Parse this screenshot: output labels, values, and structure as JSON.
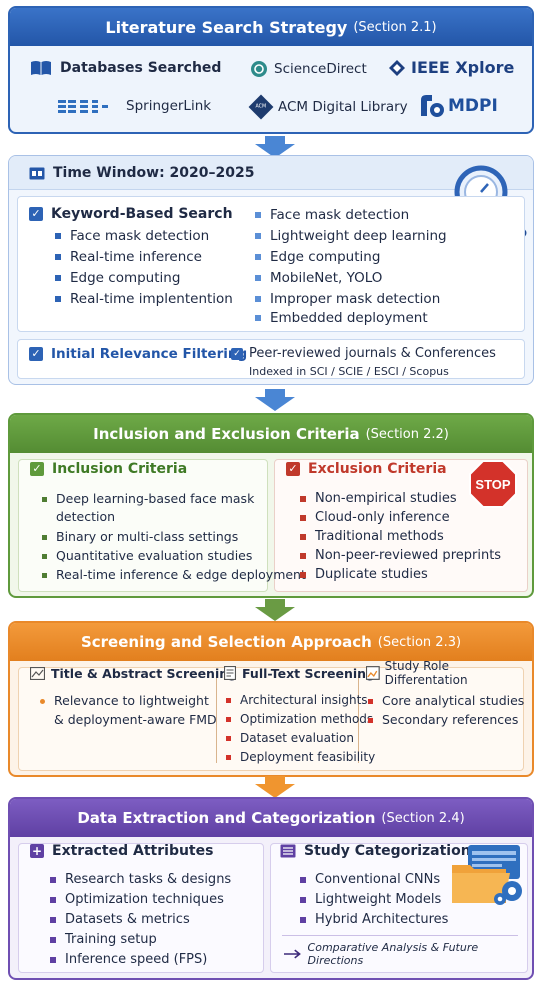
{
  "colors": {
    "blue": "#2d63b5",
    "green": "#5f9a3c",
    "orange": "#e9892a",
    "purple": "#6f4fb2",
    "red": "#c0392b"
  },
  "literature": {
    "title": "Literature Search Strategy",
    "section": "(Section 2.1)",
    "databases_title": "Databases Searched",
    "databases": [
      "ScienceDirect",
      "IEEE Xplore",
      "SpringerLink",
      "ACM Digital Library",
      "MDPI"
    ],
    "acm_badge": "ACM"
  },
  "search": {
    "time_window": "Time Window: 2020–2025",
    "keyword_title": "Keyword-Based Search",
    "keywords_left": [
      "Face mask detection",
      "Real-time inference",
      "Edge computing",
      "Real-time implentention"
    ],
    "keywords_right": [
      "Face mask detection",
      "Lightweight deep learning",
      "Edge computing",
      "MobileNet, YOLO",
      "Improper mask detection",
      "Embedded deployment"
    ],
    "filter_title": "Initial Relevance Filtering",
    "filter_text": "Peer-reviewed journals & Conferences",
    "filter_sub": "Indexed in SCI / SCIE / ESCI / Scopus"
  },
  "criteria": {
    "title": "Inclusion and Exclusion Criteria",
    "section": "(Section 2.2)",
    "inclusion_title": "Inclusion Criteria",
    "inclusion": [
      "Deep learning-based face mask",
      "detection",
      "Binary or multi-class settings",
      "Quantitative evaluation studies",
      "Real-time inference & edge deployment"
    ],
    "exclusion_title": "Exclusion Criteria",
    "exclusion": [
      "Non-empirical studies",
      "Cloud-only inference",
      "Traditional methods",
      "Non-peer-reviewed preprints",
      "Duplicate studies"
    ],
    "stop_label": "STOP"
  },
  "screening": {
    "title": "Screening and Selection Approach",
    "section": "(Section 2.3)",
    "col1_title": "Title & Abstract Screening",
    "col1_items": [
      "Relevance to lightweight",
      "& deployment-aware FMD"
    ],
    "col2_title": "Full-Text Screening",
    "col2_items": [
      "Architectural insights",
      "Optimization methods",
      "Dataset evaluation",
      "Deployment feasibility"
    ],
    "col3_title": "Study Role Differentation",
    "col3_items": [
      "Core analytical studies",
      "Secondary references"
    ]
  },
  "extraction": {
    "title": "Data Extraction and Categorization",
    "section": "(Section 2.4)",
    "attr_title": "Extracted Attributes",
    "attributes": [
      "Research tasks & designs",
      "Optimization techniques",
      "Datasets & metrics",
      "Training setup",
      "Inference speed (FPS)"
    ],
    "cat_title": "Study Categorization",
    "categories": [
      "Conventional CNNs",
      "Lightweight Models",
      "Hybrid Architectures"
    ],
    "footer": "Comparative Analysis & Future Directions"
  }
}
